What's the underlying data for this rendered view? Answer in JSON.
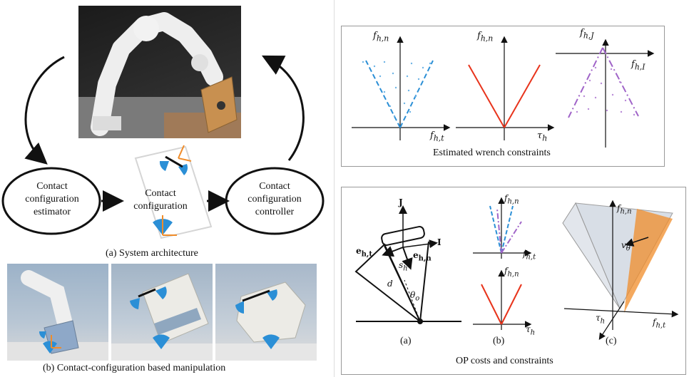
{
  "left": {
    "nodes": {
      "estimator": "Contact\nconfiguration\nestimator",
      "configuration": "Contact\nconfiguration",
      "controller": "Contact\nconfiguration\ncontroller"
    },
    "caption_a": "(a) System architecture",
    "caption_b": "(b) Contact-configuration based manipulation"
  },
  "top_right": {
    "caption": "Estimated wrench constraints",
    "plot1": {
      "y": "f",
      "y_sub": "h,n",
      "x": "f",
      "x_sub": "h,t"
    },
    "plot2": {
      "y": "f",
      "y_sub": "h,n",
      "x": "τ",
      "x_sub": "h"
    },
    "plot3": {
      "y": "f",
      "y_sub": "h,J",
      "x": "f",
      "x_sub": "h,I"
    }
  },
  "bottom_right": {
    "caption": "OP costs and constraints",
    "a": {
      "label": "(a)",
      "J": "J",
      "I": "I",
      "eht": "e",
      "eht_sub": "h,t",
      "ehn": "e",
      "ehn_sub": "h,n",
      "sh": "s",
      "sh_sub": "h",
      "d": "d",
      "theta": "θ",
      "theta_sub": "o"
    },
    "b": {
      "label": "(b)",
      "top_y": "f",
      "top_y_sub": "h,n",
      "top_x": "f",
      "top_x_sub": "h,t",
      "bot_y": "f",
      "bot_y_sub": "h,n",
      "bot_x": "τ",
      "bot_x_sub": "h"
    },
    "c": {
      "label": "(c)",
      "y": "f",
      "y_sub": "h,n",
      "x": "f",
      "x_sub": "h,t",
      "tau": "τ",
      "tau_sub": "h",
      "v": "v",
      "v_sub": "θ"
    }
  },
  "colors": {
    "blue": "#2b8fd6",
    "red": "#e8341c",
    "purple": "#a064c8",
    "orange": "#f08c2a"
  }
}
